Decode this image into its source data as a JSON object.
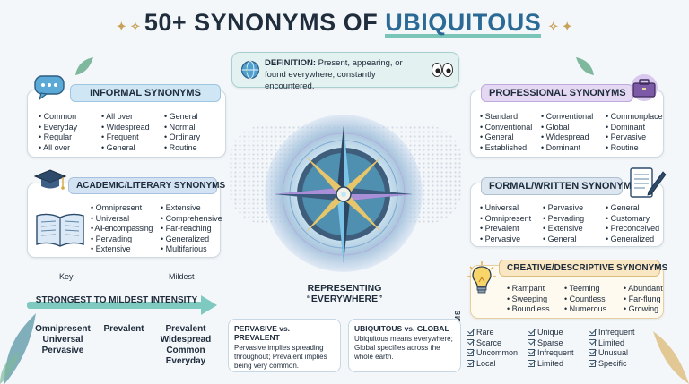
{
  "title": {
    "prefix": "50+ SYNONYMS OF",
    "highlight": "UBIQUITOUS"
  },
  "definition": {
    "label": "DEFINITION:",
    "text": "Present, appearing, or found everywhere; constantly encountered."
  },
  "informal": {
    "title": "INFORMAL SYNONYMS",
    "items": [
      "Common",
      "All over",
      "General",
      "Everyday",
      "Widespread",
      "Normal",
      "Regular",
      "Frequent",
      "Ordinary",
      "All over",
      "General",
      "Routine"
    ]
  },
  "professional": {
    "title": "PROFESSIONAL SYNONYMS",
    "items": [
      "Standard",
      "Conventional",
      "Commonplace",
      "Conventional",
      "Global",
      "Dominant",
      "General",
      "Widespread",
      "Pervasive",
      "Established",
      "Dominant",
      "Routine"
    ]
  },
  "academic": {
    "title": "ACADEMIC/LITERARY SYNONYMS",
    "items": [
      "Omnipresent",
      "Extensive",
      "Universal",
      "Comprehensive",
      "All-encompassing",
      "Far-reaching",
      "Pervading",
      "Generalized",
      "Extensive",
      "Multifarious"
    ]
  },
  "formal": {
    "title": "FORMAL/WRITTEN SYNONYMS",
    "items": [
      "Universal",
      "Pervasive",
      "General",
      "Omnipresent",
      "Pervading",
      "Customary",
      "Prevalent",
      "Extensive",
      "Preconceived",
      "Pervasive",
      "General",
      "Generalized"
    ]
  },
  "creative": {
    "title": "CREATIVE/DESCRIPTIVE SYNONYMS",
    "items": [
      "Rampant",
      "Teeming",
      "Abundant",
      "Sweeping",
      "Countless",
      "Far-flung",
      "Boundless",
      "Numerous",
      "Growing"
    ]
  },
  "antonyms": {
    "label": "ANTONYMS",
    "items": [
      "Rare",
      "Unique",
      "Infrequent",
      "Scarce",
      "Sparse",
      "Limited",
      "Uncommon",
      "Infrequent",
      "Unusual",
      "Local",
      "Limited",
      "Specific"
    ]
  },
  "intensity": {
    "key": "Key",
    "mildest": "Mildest",
    "label": "STRONGEST TO MILDEST INTENSITY",
    "col1": [
      "Omnipresent",
      "Universal",
      "Pervasive"
    ],
    "col2": [
      "Prevalent"
    ],
    "col3": [
      "Prevalent",
      "Widespread",
      "Common",
      "Everyday"
    ]
  },
  "center_caption": "REPRESENTING “EVERYWHERE”",
  "pervasive_card": {
    "title": "PERVASIVE vs. PREVALENT",
    "text": "Pervasive implies spreading throughout; Prevalent implies being very common."
  },
  "global_card": {
    "title": "UBIQUITOUS vs. GLOBAL",
    "text": "Ubiquitous means everywhere; Global specifies across the whole earth."
  },
  "colors": {
    "informal_head": "#cfe6f5",
    "professional_head": "#e4d8f2",
    "academic_head": "#d4e3f3",
    "formal_head": "#dce6f0",
    "creative_head": "#f9e6c2",
    "definition_bg": "#e3f1f1",
    "arrow": "#7ec9c0"
  }
}
